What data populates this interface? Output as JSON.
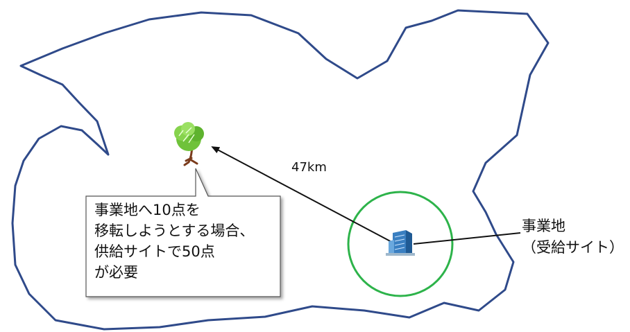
{
  "diagram": {
    "distance_label": "47km",
    "callout_lines": [
      "事業地へ10点を",
      "移転しようとする場合、",
      "供給サイトで50点",
      "が必要"
    ],
    "site_label_lines": [
      "事業地",
      "（受給サイト）"
    ],
    "icons": {
      "tree": "tree-icon",
      "building": "office-building-icon"
    },
    "colors": {
      "region_outline": "#2f4a8a",
      "range_circle": "#2db34a",
      "tree_foliage": "#6fc23a",
      "tree_trunk": "#7a3b1c",
      "building": "#3a7fc1"
    }
  }
}
